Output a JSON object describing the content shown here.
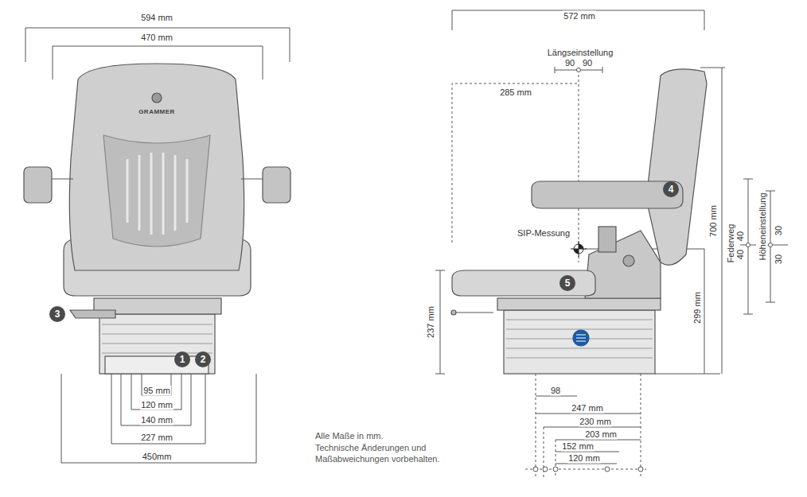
{
  "diagram": {
    "nodes": [
      {
        "text": [
          "1"
        ]
      },
      {
        "text": [
          "2"
        ]
      },
      {
        "text": [
          "3"
        ]
      },
      {
        "text": [
          "4"
        ]
      },
      {
        "text": [
          "5"
        ]
      }
    ],
    "labels": [
      "594 mm",
      "470 mm",
      "GRAMMER",
      "95 mm",
      "120 mm",
      "140 mm",
      "227 mm",
      "450mm",
      "572 mm",
      "Längseinstellung",
      "90",
      "90",
      "285 mm",
      "SIP-Messung",
      "237 mm",
      "299 mm",
      "700 mm",
      "Federweg",
      "40",
      "40",
      "Höheneinstellung",
      "30",
      "30",
      "98",
      "247 mm",
      "230 mm",
      "203 mm",
      "152 mm",
      "120 mm",
      "Alle Maße in mm.",
      "Technische Änderungen und Maßabweichungen vorbehalten."
    ]
  }
}
